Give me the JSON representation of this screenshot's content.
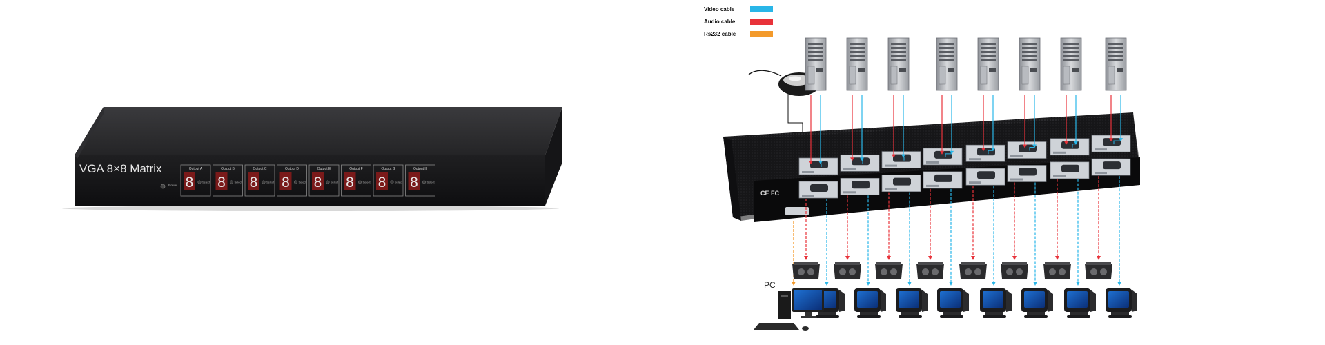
{
  "device": {
    "title": "VGA 8×8 Matrix",
    "power_label": "Power",
    "select_label": "Select",
    "outputs": [
      "Output A",
      "Output B",
      "Output C",
      "Output D",
      "Output E",
      "Output F",
      "Output G",
      "Output H"
    ],
    "digit": "8"
  },
  "legend": [
    {
      "label": "Video cable",
      "color": "#29b6e8"
    },
    {
      "label": "Audio cable",
      "color": "#e8323a"
    },
    {
      "label": "Rs232 cable",
      "color": "#f39a2b"
    }
  ],
  "pc_label": "PC",
  "colors": {
    "device_body": "#1c1c1e",
    "display_red": "#7a1a1a",
    "video": "#29b6e8",
    "audio": "#e8323a",
    "rs232": "#f39a2b"
  },
  "icons": [
    "mouse-icon",
    "computer-tower-icon",
    "speaker-icon",
    "crt-monitor-icon",
    "desktop-pc-icon"
  ]
}
